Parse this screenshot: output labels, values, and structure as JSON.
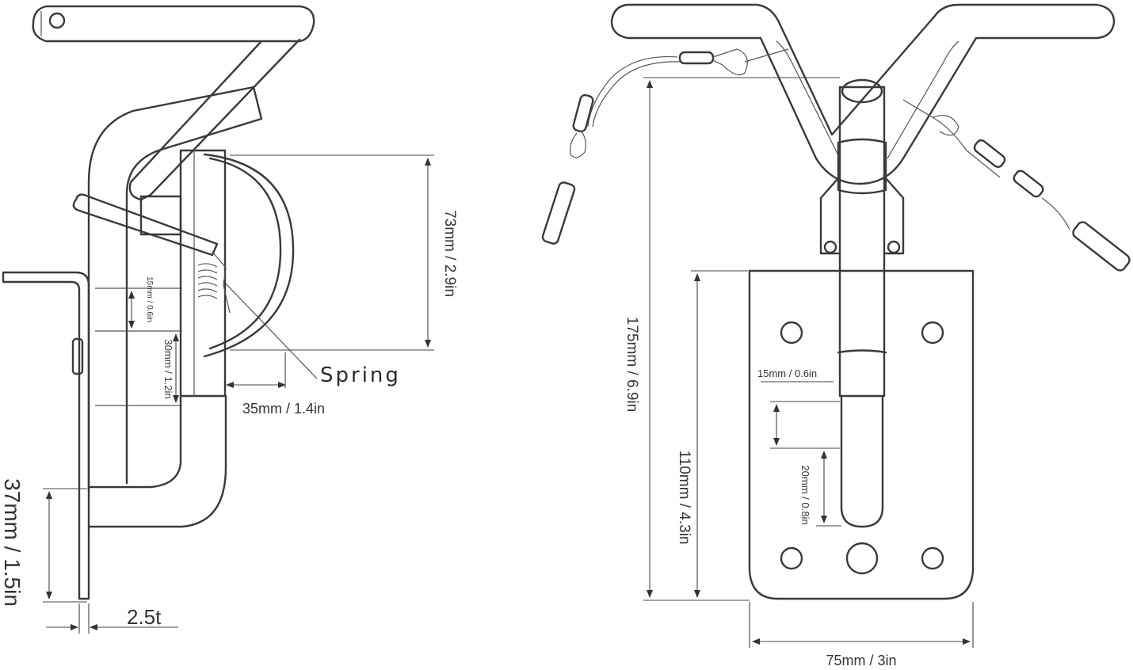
{
  "dimensions": {
    "height_73": "73mm / 2.9in",
    "spring_label": "Spring",
    "width_35": "35mm / 1.4in",
    "pin_15_left": "15mm / 0.6in",
    "pin_30": "30mm / 1.2in",
    "height_37": "37mm / 1.5in",
    "thickness": "2.5t",
    "height_175": "175mm / 6.9in",
    "height_110": "110mm / 4.3in",
    "pin_15_right": "15mm / 0.6in",
    "pin_20": "20mm / 0.8in",
    "width_75": "75mm / 3in"
  },
  "colors": {
    "line": "#3a3a3a",
    "text": "#333333",
    "background": "#ffffff"
  }
}
